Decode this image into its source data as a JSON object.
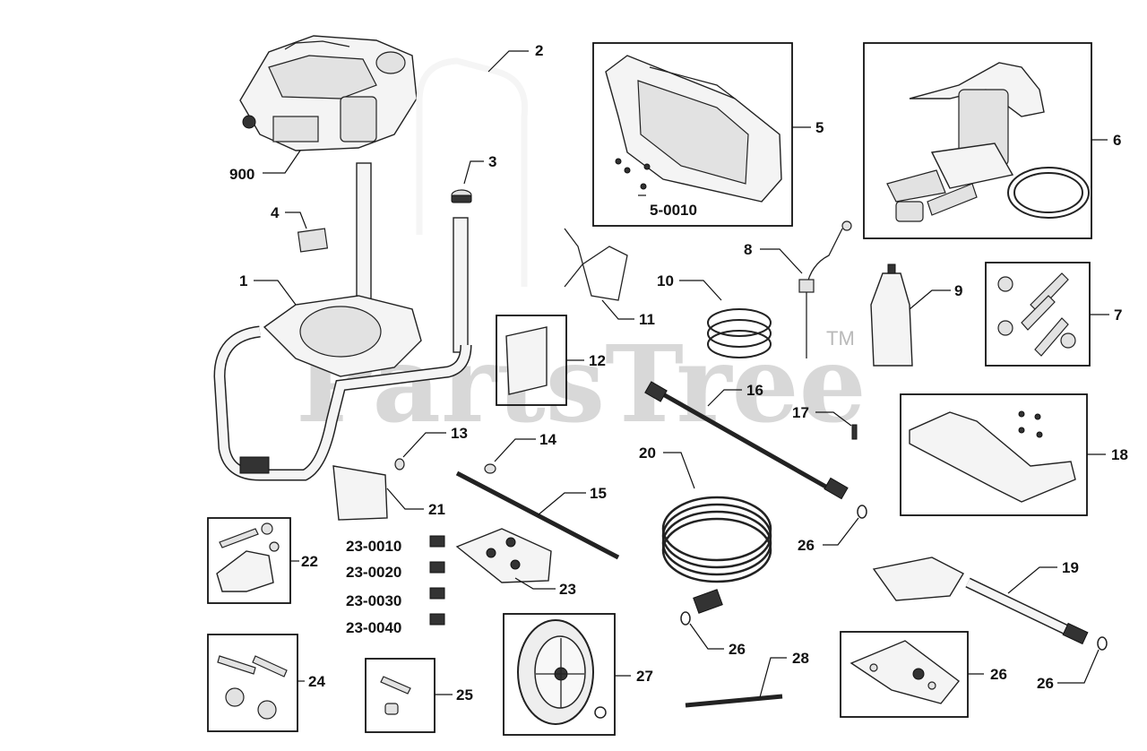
{
  "watermark": {
    "text": "PartsTree",
    "tm": "TM"
  },
  "callouts": [
    {
      "key": "c900",
      "text": "900"
    },
    {
      "key": "c2",
      "text": "2"
    },
    {
      "key": "c3",
      "text": "3"
    },
    {
      "key": "c4",
      "text": "4"
    },
    {
      "key": "c1",
      "text": "1"
    },
    {
      "key": "c5",
      "text": "5"
    },
    {
      "key": "c5_0010",
      "text": "5-0010"
    },
    {
      "key": "c6",
      "text": "6"
    },
    {
      "key": "c7",
      "text": "7"
    },
    {
      "key": "c8",
      "text": "8"
    },
    {
      "key": "c9",
      "text": "9"
    },
    {
      "key": "c10",
      "text": "10"
    },
    {
      "key": "c11",
      "text": "11"
    },
    {
      "key": "c12",
      "text": "12"
    },
    {
      "key": "c13",
      "text": "13"
    },
    {
      "key": "c14",
      "text": "14"
    },
    {
      "key": "c15",
      "text": "15"
    },
    {
      "key": "c16",
      "text": "16"
    },
    {
      "key": "c17",
      "text": "17"
    },
    {
      "key": "c18",
      "text": "18"
    },
    {
      "key": "c19",
      "text": "19"
    },
    {
      "key": "c20",
      "text": "20"
    },
    {
      "key": "c21",
      "text": "21"
    },
    {
      "key": "c22",
      "text": "22"
    },
    {
      "key": "c23",
      "text": "23"
    },
    {
      "key": "c23_0010",
      "text": "23-0010"
    },
    {
      "key": "c23_0020",
      "text": "23-0020"
    },
    {
      "key": "c23_0030",
      "text": "23-0030"
    },
    {
      "key": "c23_0040",
      "text": "23-0040"
    },
    {
      "key": "c24",
      "text": "24"
    },
    {
      "key": "c25",
      "text": "25"
    },
    {
      "key": "c26a",
      "text": "26"
    },
    {
      "key": "c26b",
      "text": "26"
    },
    {
      "key": "c26c",
      "text": "26"
    },
    {
      "key": "c26d",
      "text": "26"
    },
    {
      "key": "c27",
      "text": "27"
    },
    {
      "key": "c28",
      "text": "28"
    }
  ]
}
